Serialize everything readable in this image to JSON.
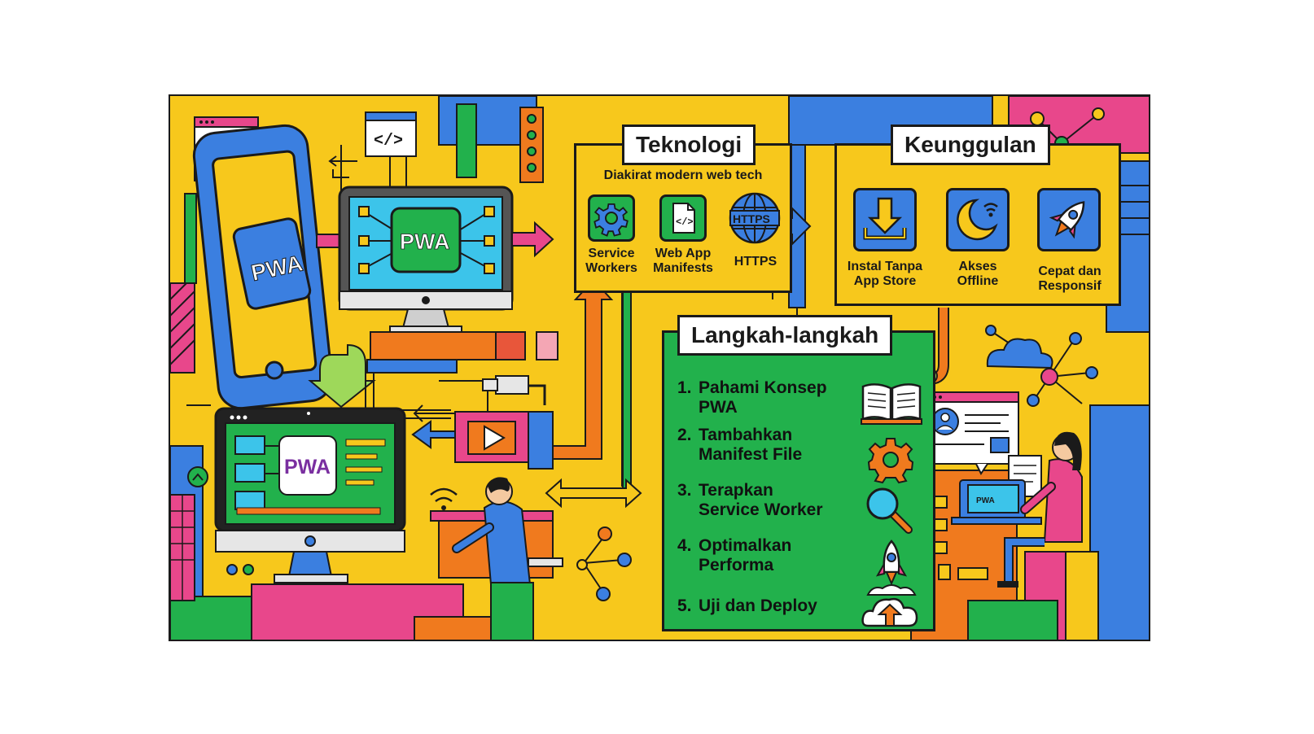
{
  "logo_text": "PWA",
  "teknologi": {
    "title": "Teknologi",
    "subtitle": "Diakirat modern web tech",
    "items": [
      {
        "label_line1": "Service",
        "label_line2": "Workers",
        "icon": "gear-icon"
      },
      {
        "label_line1": "Web App",
        "label_line2": "Manifests",
        "icon": "code-file-icon"
      },
      {
        "label_line1": "HTTPS",
        "label_line2": "",
        "icon": "globe-https-icon",
        "badge": "HTTPS"
      }
    ]
  },
  "keunggulan": {
    "title": "Keunggulan",
    "items": [
      {
        "label_line1": "Instal Tanpa",
        "label_line2": "App Store",
        "icon": "download-icon"
      },
      {
        "label_line1": "Akses",
        "label_line2": "Offline",
        "icon": "moon-wifi-icon"
      },
      {
        "label_line1": "Cepat dan",
        "label_line2": "Responsif",
        "icon": "rocket-icon"
      }
    ]
  },
  "langkah": {
    "title": "Langkah-langkah",
    "steps": [
      {
        "num": "1.",
        "line1": "Pahami Konsep",
        "line2": "PWA",
        "icon": "book-icon"
      },
      {
        "num": "2.",
        "line1": "Tambahkan",
        "line2": "Manifest File",
        "icon": "gear-icon"
      },
      {
        "num": "3.",
        "line1": "Terapkan",
        "line2": "Service Worker",
        "icon": "magnifier-icon"
      },
      {
        "num": "4.",
        "line1": "Optimalkan",
        "line2": "Performa",
        "icon": "rocket-icon"
      },
      {
        "num": "5.",
        "line1": "Uji dan Deploy",
        "line2": "",
        "icon": "cloud-upload-icon"
      }
    ]
  },
  "code_tag": "</>",
  "colors": {
    "yellow": "#f7c81c",
    "blue": "#3b7fe0",
    "green": "#22b14c",
    "pink": "#e8478b",
    "orange": "#f07a1e",
    "dark": "#1a1a1a",
    "cyan": "#3cc4ea"
  }
}
